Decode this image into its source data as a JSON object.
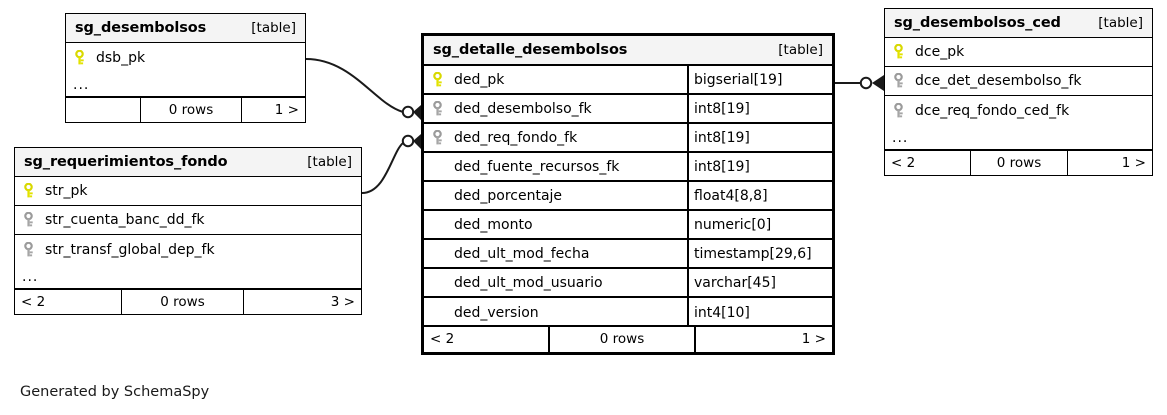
{
  "diagram": {
    "caption": "Generated by SchemaSpy",
    "table_tag": "[table]",
    "ellipsis": "...",
    "colors": {
      "pk_key": "#e8e800",
      "fk_key": "#9b9b9b",
      "header_bg": "#f4f4f4",
      "border": "#000000",
      "background": "#ffffff"
    }
  },
  "tables": [
    {
      "id": "desembolsos",
      "name": "sg_desembolsos",
      "tag": "[table]",
      "focal": false,
      "columns": [
        {
          "key": "pk",
          "name": "dsb_pk",
          "type": ""
        }
      ],
      "has_ellipsis": true,
      "footer": {
        "left": "",
        "center": "0 rows",
        "right": "1 >"
      }
    },
    {
      "id": "requerimientos",
      "name": "sg_requerimientos_fondo",
      "tag": "[table]",
      "focal": false,
      "columns": [
        {
          "key": "pk",
          "name": "str_pk",
          "type": ""
        },
        {
          "key": "fk",
          "name": "str_cuenta_banc_dd_fk",
          "type": ""
        },
        {
          "key": "fk",
          "name": "str_transf_global_dep_fk",
          "type": ""
        }
      ],
      "has_ellipsis": true,
      "footer": {
        "left": "< 2",
        "center": "0 rows",
        "right": "3 >"
      }
    },
    {
      "id": "detalle",
      "name": "sg_detalle_desembolsos",
      "tag": "[table]",
      "focal": true,
      "columns": [
        {
          "key": "pk",
          "name": "ded_pk",
          "type": "bigserial[19]"
        },
        {
          "key": "fk",
          "name": "ded_desembolso_fk",
          "type": "int8[19]"
        },
        {
          "key": "fk",
          "name": "ded_req_fondo_fk",
          "type": "int8[19]"
        },
        {
          "key": "none",
          "name": "ded_fuente_recursos_fk",
          "type": "int8[19]"
        },
        {
          "key": "none",
          "name": "ded_porcentaje",
          "type": "float4[8,8]"
        },
        {
          "key": "none",
          "name": "ded_monto",
          "type": "numeric[0]"
        },
        {
          "key": "none",
          "name": "ded_ult_mod_fecha",
          "type": "timestamp[29,6]"
        },
        {
          "key": "none",
          "name": "ded_ult_mod_usuario",
          "type": "varchar[45]"
        },
        {
          "key": "none",
          "name": "ded_version",
          "type": "int4[10]"
        }
      ],
      "has_ellipsis": false,
      "footer": {
        "left": "< 2",
        "center": "0 rows",
        "right": "1 >"
      }
    },
    {
      "id": "ced",
      "name": "sg_desembolsos_ced",
      "tag": "[table]",
      "focal": false,
      "columns": [
        {
          "key": "pk",
          "name": "dce_pk",
          "type": ""
        },
        {
          "key": "fk",
          "name": "dce_det_desembolso_fk",
          "type": ""
        },
        {
          "key": "fk",
          "name": "dce_req_fondo_ced_fk",
          "type": ""
        }
      ],
      "has_ellipsis": true,
      "footer": {
        "left": "< 2",
        "center": "0 rows",
        "right": "1 >"
      }
    }
  ],
  "relationships": [
    {
      "from": "sg_desembolsos.dsb_pk",
      "to": "sg_detalle_desembolsos.ded_desembolso_fk"
    },
    {
      "from": "sg_requerimientos_fondo.str_pk",
      "to": "sg_detalle_desembolsos.ded_req_fondo_fk"
    },
    {
      "from": "sg_detalle_desembolsos.ded_pk",
      "to": "sg_desembolsos_ced.dce_det_desembolso_fk"
    }
  ]
}
